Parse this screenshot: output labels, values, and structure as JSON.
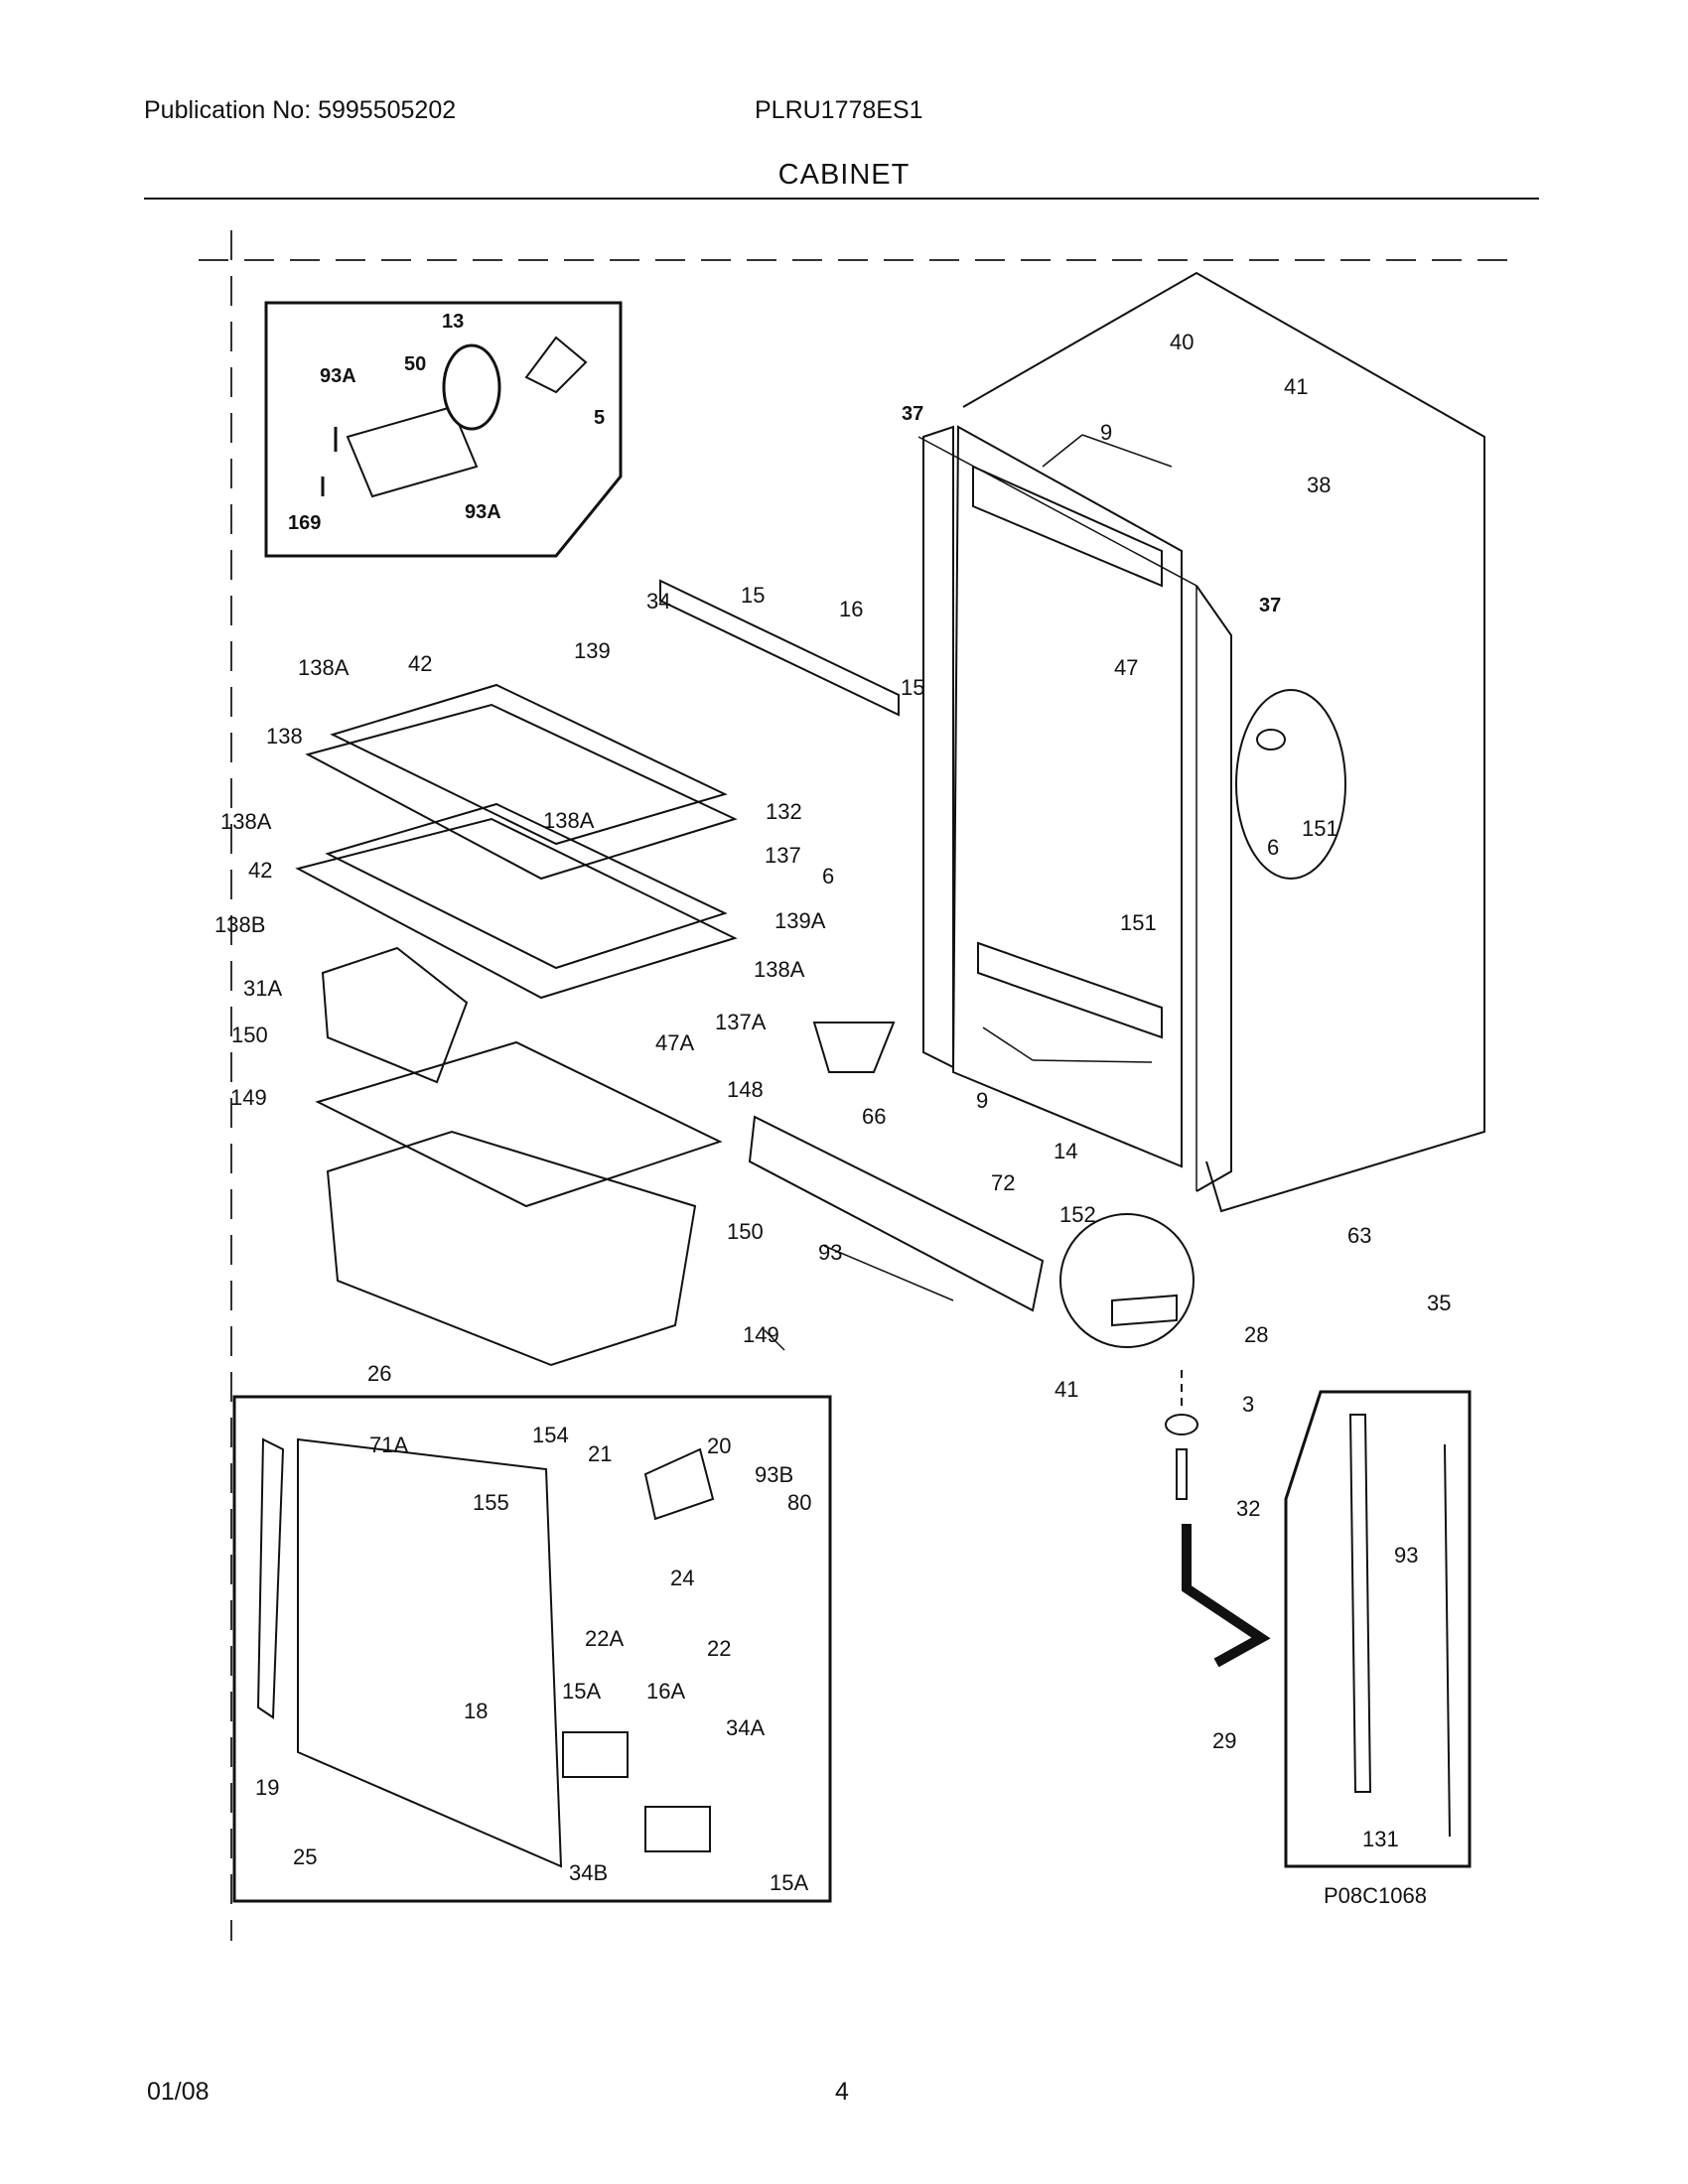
{
  "header": {
    "publication": "Publication No: 5995505202",
    "model": "PLRU1778ES1",
    "section": "CABINET"
  },
  "footer": {
    "date": "01/08",
    "page": "4"
  },
  "diagram": {
    "code": "P08C1068",
    "callouts": {
      "c13": "13",
      "c93A_a": "93A",
      "c50": "50",
      "c5": "5",
      "c169": "169",
      "c93A_b": "93A",
      "c40": "40",
      "c41_top": "41",
      "c37_a": "37",
      "c9_top": "9",
      "c38": "38",
      "c37_b": "37",
      "c34": "34",
      "c15_a": "15",
      "c16": "16",
      "c15_b": "15",
      "c47": "47",
      "c138A_a": "138A",
      "c42_a": "42",
      "c139": "139",
      "c138": "138",
      "c138A_b": "138A",
      "c138A_c": "138A",
      "c132": "132",
      "c137": "137",
      "c42_b": "42",
      "c6_a": "6",
      "c139A": "139A",
      "c138B": "138B",
      "c6_b": "6",
      "c151_a": "151",
      "c151_b": "151",
      "c138A_d": "138A",
      "c31A": "31A",
      "c137A": "137A",
      "c47A": "47A",
      "c150_a": "150",
      "c148": "148",
      "c149_a": "149",
      "c66": "66",
      "c9_bottom": "9",
      "c14": "14",
      "c72": "72",
      "c152": "152",
      "c63": "63",
      "c150_b": "150",
      "c93_a": "93",
      "c35": "35",
      "c28": "28",
      "c149_b": "149",
      "c26": "26",
      "c41_bottom": "41",
      "c3": "3",
      "c71A": "71A",
      "c154": "154",
      "c21": "21",
      "c20": "20",
      "c93B": "93B",
      "c155": "155",
      "c80": "80",
      "c24": "24",
      "c22A": "22A",
      "c22": "22",
      "c18": "18",
      "c15A_a": "15A",
      "c16A": "16A",
      "c34A": "34A",
      "c19": "19",
      "c25": "25",
      "c34B": "34B",
      "c15A_b": "15A",
      "c32": "32",
      "c29": "29",
      "c93_b": "93",
      "c131": "131"
    }
  }
}
